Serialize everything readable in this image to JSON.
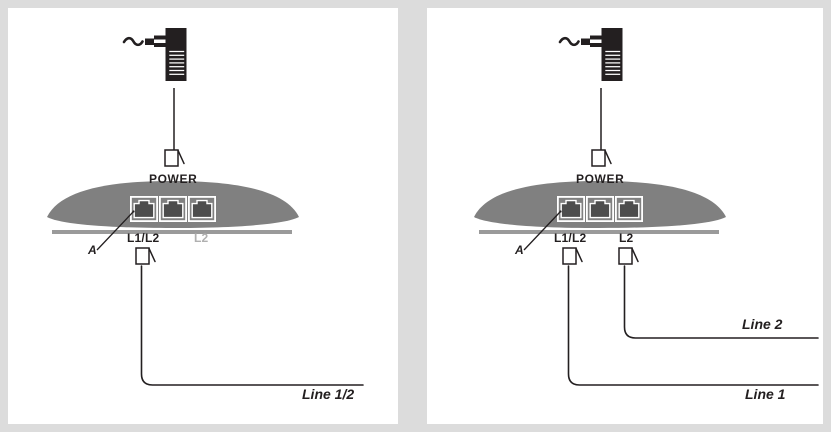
{
  "figure": {
    "background_color": "#dcdcdc",
    "panel_color": "#ffffff",
    "device_color": "#808080",
    "ink_color": "#231f20",
    "inactive_color": "#b0b0b0"
  },
  "panels": [
    {
      "id": "left",
      "name": "single-line-configuration",
      "power_label": "POWER",
      "callout_label": "A",
      "ports": [
        {
          "label": "L1/L2",
          "active": true
        },
        {
          "label": "L2",
          "active": false
        }
      ],
      "cables": [
        {
          "label": "Line 1/2"
        }
      ]
    },
    {
      "id": "right",
      "name": "two-line-configuration",
      "power_label": "POWER",
      "callout_label": "A",
      "ports": [
        {
          "label": "L1/L2",
          "active": true
        },
        {
          "label": "L2",
          "active": true
        }
      ],
      "cables": [
        {
          "label": "Line 2"
        },
        {
          "label": "Line 1"
        }
      ]
    }
  ],
  "icons": {
    "power_adapter": "power-adapter-icon",
    "ac_plug": "ac-plug-prongs-icon",
    "ac_wire": "ac-wire-squiggle-icon",
    "rj_jack": "rj-jack-icon",
    "rj_connector": "rj-connector-plug-icon"
  }
}
